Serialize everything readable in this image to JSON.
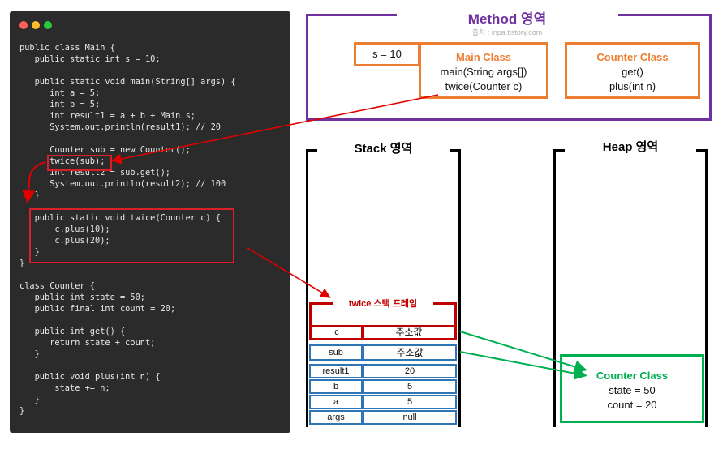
{
  "code": {
    "lines": [
      "public class Main {",
      "   public static int s = 10;",
      "",
      "   public static void main(String[] args) {",
      "      int a = 5;",
      "      int b = 5;",
      "      int result1 = a + b + Main.s;",
      "      System.out.println(result1); // 20",
      "",
      "      Counter sub = new Counter();",
      "      twice(sub);",
      "      int result2 = sub.get();",
      "      System.out.println(result2); // 100",
      "   }",
      "",
      "   public static void twice(Counter c) {",
      "       c.plus(10);",
      "       c.plus(20);",
      "   }",
      "}",
      "",
      "class Counter {",
      "   public int state = 50;",
      "   public final int count = 20;",
      "",
      "   public int get() {",
      "      return state + count;",
      "   }",
      "",
      "   public void plus(int n) {",
      "       state += n;",
      "   }",
      "}"
    ]
  },
  "method_area": {
    "title": "Method 영역",
    "source": "출처 : inpa.tistory.com",
    "static_field": "s = 10",
    "main_class": {
      "title": "Main Class",
      "methods": [
        "main(String args[])",
        "twice(Counter c)"
      ]
    },
    "counter_class": {
      "title": "Counter Class",
      "methods": [
        "get()",
        "plus(int n)"
      ]
    }
  },
  "stack_area": {
    "title": "Stack 영역",
    "twice_frame": {
      "title": "twice 스택 프레임",
      "rows": [
        {
          "name": "c",
          "value": "주소값"
        }
      ]
    },
    "main_frame": {
      "rows": [
        {
          "name": "sub",
          "value": "주소값"
        },
        {
          "name": "result1",
          "value": "20"
        },
        {
          "name": "b",
          "value": "5"
        },
        {
          "name": "a",
          "value": "5"
        },
        {
          "name": "args",
          "value": "null"
        }
      ]
    }
  },
  "heap_area": {
    "title": "Heap 영역",
    "object": {
      "title": "Counter Class",
      "fields": [
        "state = 50",
        "count = 20"
      ]
    }
  },
  "colors": {
    "purple": "#7030a0",
    "orange": "#ed7d31",
    "red": "#c00000",
    "blue": "#2e75b6",
    "green": "#00b050",
    "code_bg": "#2b2b2b"
  }
}
